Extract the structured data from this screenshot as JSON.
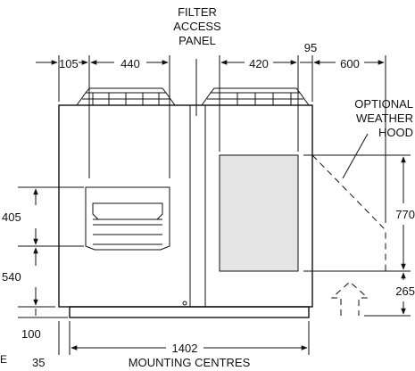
{
  "labels": {
    "filter_line1": "FILTER",
    "filter_line2": "ACCESS",
    "filter_line3": "PANEL",
    "optional_line1": "OPTIONAL",
    "optional_line2": "WEATHER",
    "optional_line3": "HOOD",
    "mounting_centres": "MOUNTING CENTRES",
    "edge_e": "E"
  },
  "dimensions": {
    "top_left_105": "105",
    "top_440": "440",
    "top_420": "420",
    "top_95": "95",
    "top_600": "600",
    "left_405": "405",
    "left_540": "540",
    "left_100": "100",
    "bottom_35": "35",
    "bottom_1402": "1402",
    "right_770": "770",
    "right_265": "265"
  },
  "colors": {
    "line": "#111111",
    "panel_fill": "#e4e4e4",
    "background": "#ffffff"
  }
}
